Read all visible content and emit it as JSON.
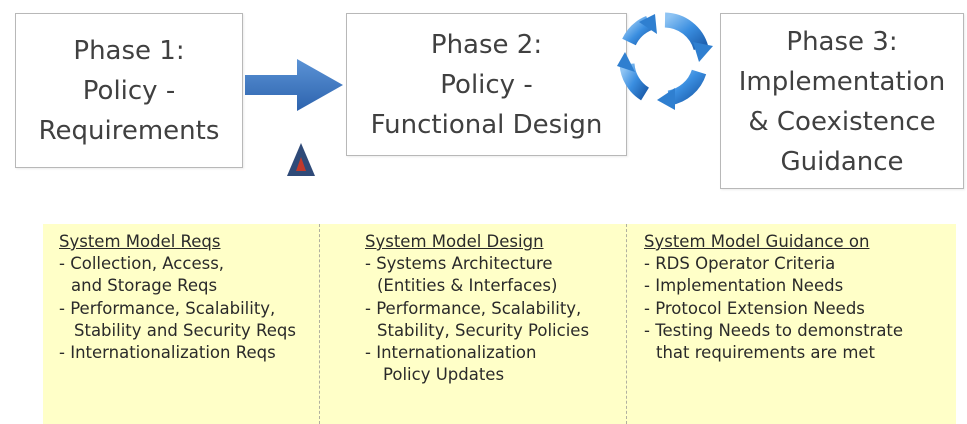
{
  "phases": [
    {
      "lines": [
        "Phase 1:",
        "Policy -",
        "Requirements"
      ]
    },
    {
      "lines": [
        "Phase 2:",
        "Policy -",
        "Functional Design"
      ]
    },
    {
      "lines": [
        "Phase 3:",
        "Implementation",
        "& Coexistence",
        "Guidance"
      ]
    }
  ],
  "columns": [
    {
      "heading": "System Model Reqs",
      "lines": [
        "- Collection, Access,",
        "  and Storage Reqs",
        "- Performance, Scalability,",
        "   Stability and Security Reqs",
        "- Internationalization Reqs"
      ]
    },
    {
      "heading": "System Model Design",
      "lines": [
        "- Systems Architecture",
        "  (Entities & Interfaces)",
        "- Performance, Scalability,",
        "  Stability, Security Policies",
        "- Internationalization",
        "    Policy Updates"
      ]
    },
    {
      "heading": "System Model Guidance on",
      "lines": [
        "- RDS Operator Criteria",
        "- Implementation Needs",
        "- Protocol Extension Needs",
        "- Testing Needs to demonstrate",
        "  that requirements are met"
      ]
    }
  ],
  "colors": {
    "arrow_blue": "#3b77c4",
    "cycle_blue": "#2f7fd0",
    "warning_marker": "#2f4a78",
    "warning_dot": "#c0392b",
    "panel_fill": "#ffffc8"
  },
  "icons": {
    "flow_arrow": "right-arrow-icon",
    "cycle": "cycle-arrows-icon",
    "marker": "triangle-marker-icon"
  }
}
